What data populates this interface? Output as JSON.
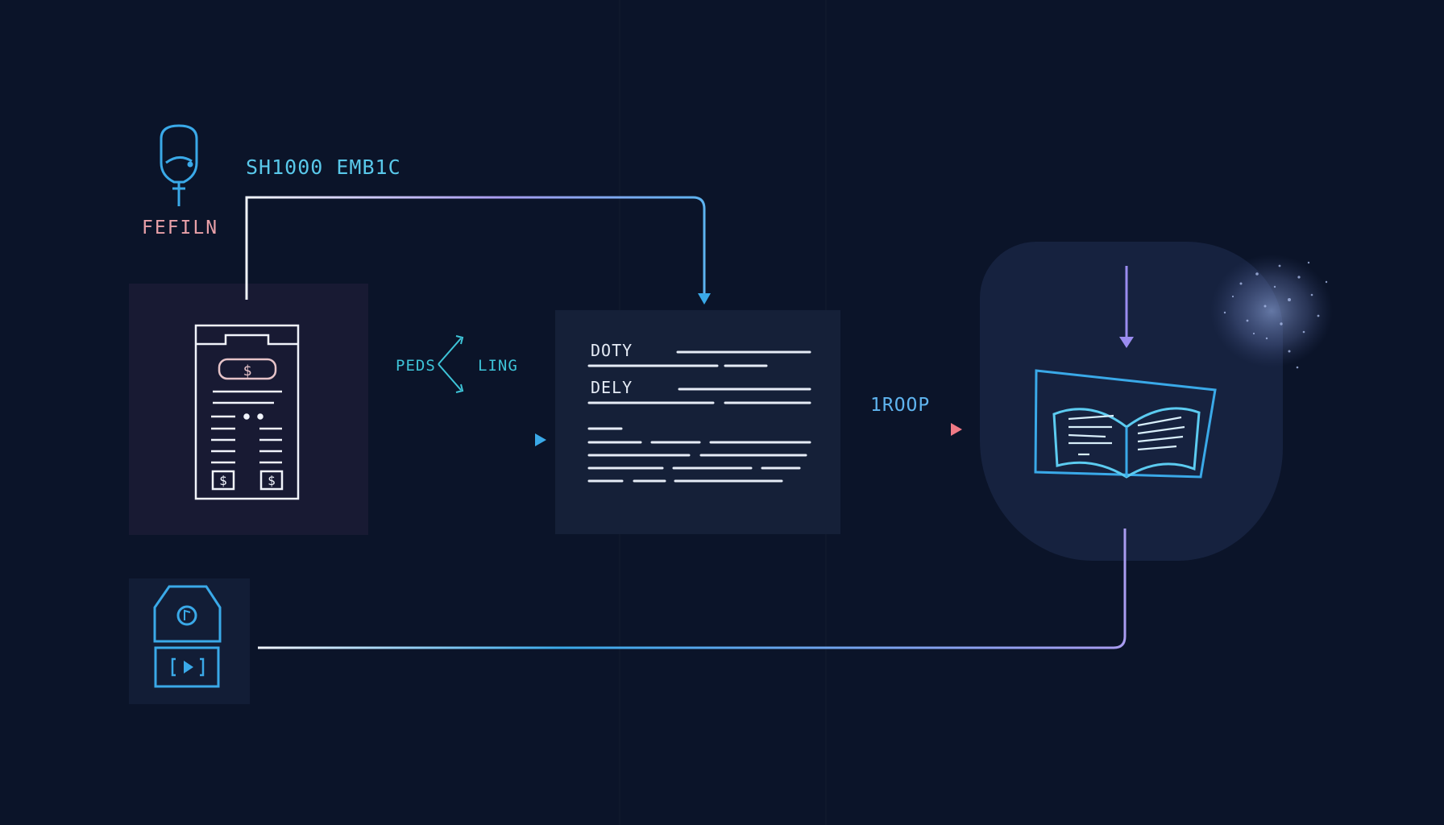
{
  "labels": {
    "top_flow": "SH1000 EMB1C",
    "feel": "FEFILN",
    "peds": "PEDS",
    "ling": "LING",
    "doty": "DOTY",
    "dely": "DELY",
    "roop": "1ROOP",
    "receipt_dollar": "$",
    "receipt_dollar_left": "$",
    "receipt_dollar_right": "$"
  },
  "colors": {
    "background": "#0b1429",
    "accent_cyan": "#3aa9e8",
    "accent_violet": "#9a8cf0",
    "accent_pink": "#f07a86",
    "line_white": "#e6ecf6"
  },
  "icons": [
    "bulb-icon",
    "receipt-icon",
    "fork-icon",
    "book-icon",
    "particle-cloud",
    "shield-icon",
    "play-box-icon"
  ]
}
